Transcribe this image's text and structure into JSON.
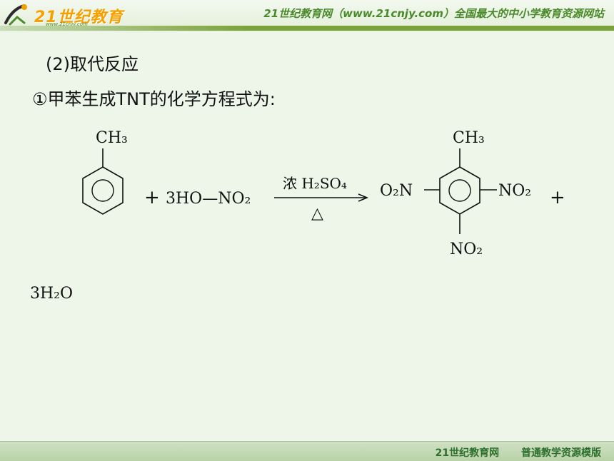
{
  "header": {
    "logo_text": "21世纪教育",
    "logo_sub": "www.21cnjy.com",
    "site_tagline": "21世纪教育网（www.21cnjy.com）全国最大的中小学教育资源网站"
  },
  "content": {
    "heading": "(2)取代反应",
    "statement": "①甲苯生成TNT的化学方程式为:"
  },
  "equation": {
    "reactant1_group": "CH₃",
    "plus1": "+",
    "reagent": "3HO—NO₂",
    "condition_top": "浓 H₂SO₄",
    "condition_bottom": "△",
    "product_top_group": "CH₃",
    "product_left_group": "O₂N",
    "product_right_group": "NO₂",
    "product_bottom_group": "NO₂",
    "plus2": "+",
    "byproduct": "3H₂O"
  },
  "footer": {
    "left": "21世纪教育网",
    "right": "普通教学资源模版"
  }
}
